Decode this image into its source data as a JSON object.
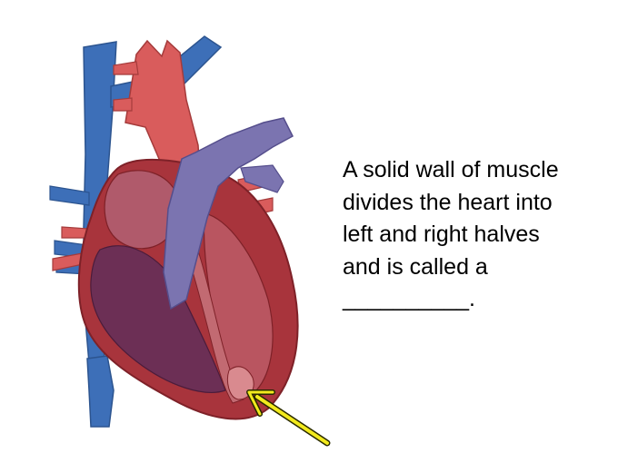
{
  "question": {
    "lines": [
      "A solid wall of muscle",
      "divides the heart into",
      "left and right halves",
      "and is called a",
      "__________."
    ]
  },
  "diagram": {
    "subject": "heart cross-section",
    "pointer": {
      "target": "septum",
      "color": "#f2ea1d"
    },
    "colors": {
      "vena_cava": "#3d6fb8",
      "aorta": "#d95c5c",
      "pulmonary_artery": "#7b74b0",
      "myocardium": "#a8343c",
      "chamber": "#b05a6b",
      "left_ventricle": "#7a2e45"
    }
  }
}
